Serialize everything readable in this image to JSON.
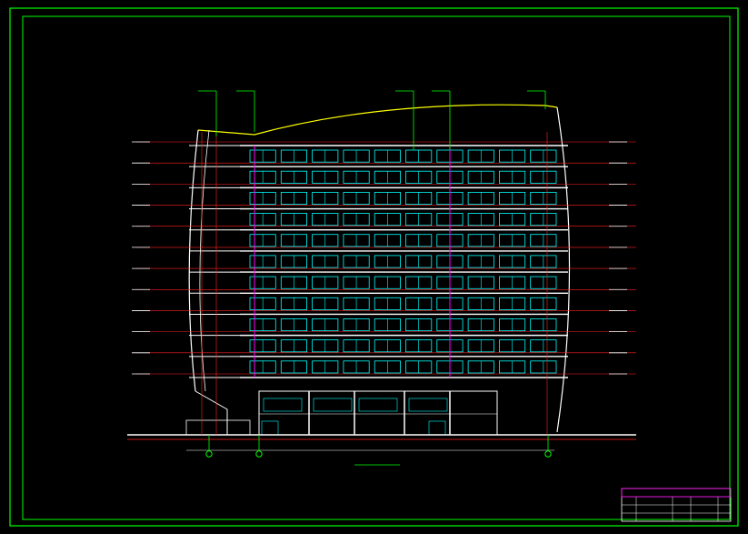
{
  "drawing": {
    "colors": {
      "frame": "#00ff00",
      "background": "#000000",
      "facade": "#ffffff",
      "floor_line": "#ff2020",
      "window": "#00ffff",
      "wall_edge": "#ffff00",
      "grid_axis": "#00ff00",
      "leader": "#00ff00",
      "column": "#ff00ff"
    },
    "floors": 11,
    "bays": 10,
    "axis_labels": [
      "",
      "",
      ""
    ],
    "title": "",
    "title_block": {
      "rows": 4,
      "columns": 6
    }
  }
}
